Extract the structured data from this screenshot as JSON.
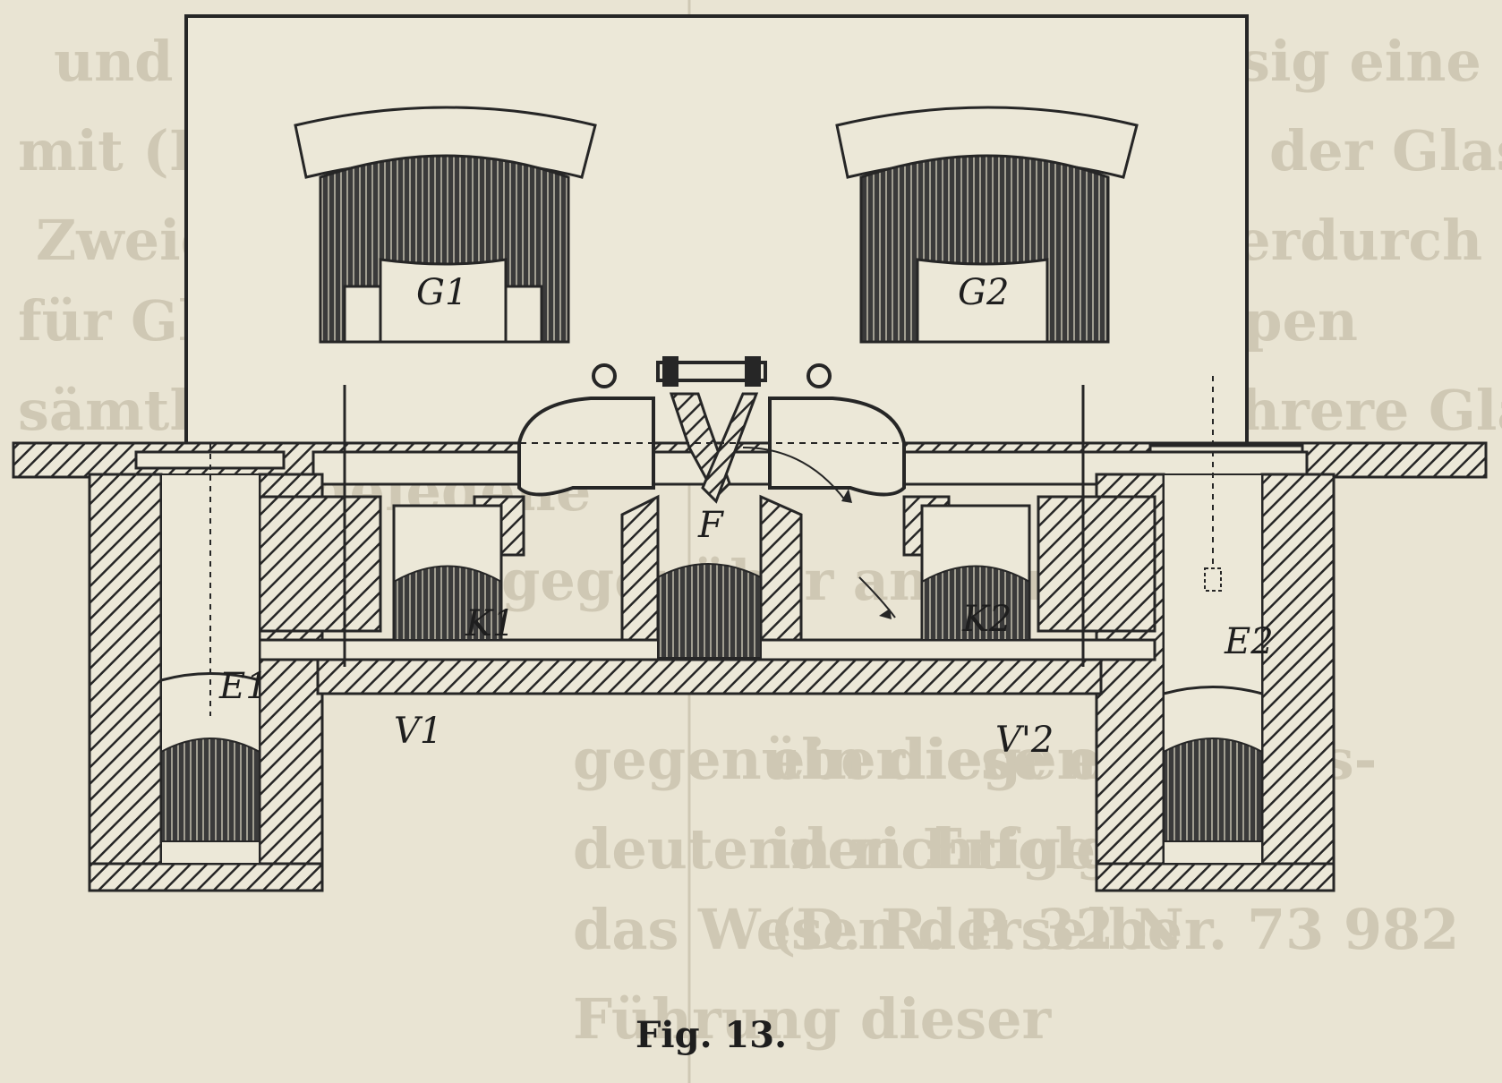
{
  "caption": "Fig. 13.",
  "labels": {
    "g1": "G1",
    "g2": "G2",
    "k1": "K1",
    "k2": "K2",
    "e1": "E1",
    "e2": "E2",
    "v1": "V1",
    "v2": "V'2",
    "f": "F"
  },
  "bleed_through_text": {
    "left": [
      "und unnöthig lange",
      "mit (D. R. P. N",
      "Zweigeschlossene",
      "für Glasfarbe wo",
      "sämtlich ist durch",
      "Teil gelegene",
      "gegenüber an den",
      "gegenüberliegenden",
      "deutenden Erfolg",
      "das Wesen derselbe",
      "Führung dieser"
    ],
    "right": [
      "wird zweckmässig eine",
      "wie der Glasofen",
      "benutzt wird hierdurch",
      "delten der Klappen",
      "mehrere Glasbehälter",
      "ein diese eine Glas-",
      "in richtigen Lage",
      "(D. R. P. 32 Nr. 73 982"
    ]
  }
}
